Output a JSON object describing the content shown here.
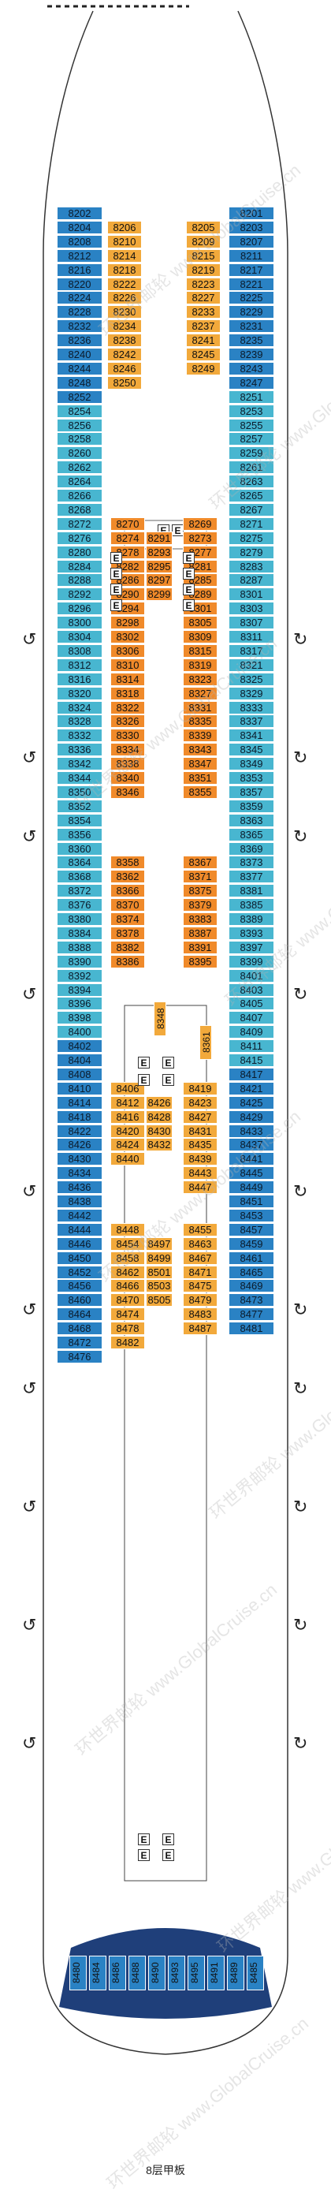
{
  "deck_name": "8层甲板",
  "watermark": "环世界邮轮 www.GlobalCruise.cn",
  "colors": {
    "balcony_blue": "#2a82c4",
    "ocean_cyan": "#48b6d0",
    "inside_orange": "#f08a2a",
    "inside_gold": "#f2a93b"
  },
  "icons": {
    "elevator": "E",
    "accessible": "H",
    "connecting": "curved-arrow"
  },
  "left_outer": [
    "8202",
    "8204",
    "8208",
    "8212",
    "8216",
    "8220",
    "8224",
    "8228",
    "8232",
    "8236",
    "8240",
    "8244",
    "8248",
    "8252",
    "8254",
    "8256",
    "8258",
    "8260",
    "8262",
    "8264",
    "8266",
    "8268",
    "8272",
    "8276",
    "8280",
    "8284",
    "8288",
    "8292",
    "8296",
    "8300",
    "8304",
    "8308",
    "8312",
    "8316",
    "8320",
    "8324",
    "8328",
    "8332",
    "8336",
    "8342",
    "8344",
    "8350",
    "8352",
    "8354",
    "8356",
    "8360",
    "8364",
    "8368",
    "8372",
    "8376",
    "8380",
    "8384",
    "8388",
    "8390",
    "8392",
    "8394",
    "8396",
    "8398",
    "8400",
    "8402",
    "8404",
    "8408",
    "8410",
    "8414",
    "8418",
    "8422",
    "8426",
    "8430",
    "8434",
    "8436",
    "8438",
    "8442",
    "8444",
    "8446",
    "8450",
    "8452",
    "8456",
    "8460",
    "8464",
    "8468",
    "8472",
    "8476"
  ],
  "left_inner_a": [
    "8206",
    "8210",
    "8214",
    "8218",
    "8222",
    "8226",
    "8230",
    "8234",
    "8238",
    "8242",
    "8246",
    "8250"
  ],
  "right_inner_a": [
    "8205",
    "8209",
    "8215",
    "8219",
    "8223",
    "8227",
    "8233",
    "8237",
    "8241",
    "8245",
    "8249"
  ],
  "left_inner_b": [
    "8270",
    "8274",
    "8278",
    "8282",
    "8286",
    "8290",
    "8294",
    "8298",
    "8302",
    "8306",
    "8310",
    "8314",
    "8318",
    "8322",
    "8326",
    "8330",
    "8334",
    "8338",
    "8340",
    "8346"
  ],
  "center_b": [
    "8291",
    "8293",
    "8295",
    "8297",
    "8299"
  ],
  "right_inner_b": [
    "8269",
    "8273",
    "8277",
    "8281",
    "8285",
    "8289",
    "8301",
    "8305",
    "8309",
    "8315",
    "8319",
    "8323",
    "8327",
    "8331",
    "8335",
    "8339",
    "8343",
    "8347",
    "8351",
    "8355"
  ],
  "mid_vertical": [
    "8348",
    "8361"
  ],
  "left_inner_c": [
    "8358",
    "8362",
    "8366",
    "8370",
    "8374",
    "8378",
    "8382",
    "8386"
  ],
  "right_inner_c": [
    "8367",
    "8371",
    "8375",
    "8379",
    "8383",
    "8387",
    "8391",
    "8395"
  ],
  "left_inner_d": [
    "8406",
    "8412",
    "8416",
    "8420",
    "8424",
    "8440"
  ],
  "center_d": [
    "8426",
    "8428",
    "8430",
    "8432"
  ],
  "right_inner_d": [
    "8419",
    "8423",
    "8427",
    "8431",
    "8435",
    "8439",
    "8443",
    "8447"
  ],
  "left_inner_e": [
    "8448",
    "8454",
    "8458",
    "8462",
    "8466",
    "8470",
    "8474",
    "8478",
    "8482"
  ],
  "center_e": [
    "8497",
    "8499",
    "8501",
    "8503",
    "8505"
  ],
  "right_inner_e": [
    "8455",
    "8463",
    "8467",
    "8471",
    "8475",
    "8479",
    "8483",
    "8487"
  ],
  "right_outer": [
    "8201",
    "8203",
    "8207",
    "8211",
    "8217",
    "8221",
    "8225",
    "8229",
    "8231",
    "8235",
    "8239",
    "8243",
    "8247",
    "8251",
    "8253",
    "8255",
    "8257",
    "8259",
    "8261",
    "8263",
    "8265",
    "8267",
    "8271",
    "8275",
    "8279",
    "8283",
    "8287",
    "8301",
    "8303",
    "8307",
    "8311",
    "8317",
    "8321",
    "8325",
    "8329",
    "8333",
    "8337",
    "8341",
    "8345",
    "8349",
    "8353",
    "8357",
    "8359",
    "8363",
    "8365",
    "8369",
    "8373",
    "8377",
    "8381",
    "8385",
    "8389",
    "8393",
    "8397",
    "8399",
    "8401",
    "8403",
    "8405",
    "8407",
    "8409",
    "8411",
    "8415",
    "8417",
    "8421",
    "8425",
    "8429",
    "8433",
    "8437",
    "8441",
    "8445",
    "8449",
    "8451",
    "8453",
    "8457",
    "8459",
    "8461",
    "8465",
    "8469",
    "8473",
    "8477",
    "8481"
  ],
  "stern_row": [
    "8480",
    "8484",
    "8486",
    "8488",
    "8490",
    "8493",
    "8495",
    "8491",
    "8489",
    "8485"
  ]
}
